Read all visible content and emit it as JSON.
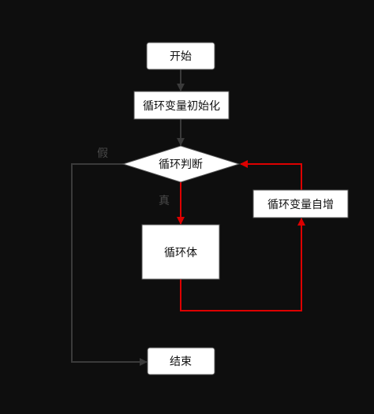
{
  "nodes": {
    "start": "开始",
    "init": "循环变量初始化",
    "condition": "循环判断",
    "body": "循环体",
    "increment": "循环变量自增",
    "end": "结束"
  },
  "labels": {
    "false": "假",
    "true": "真"
  },
  "colors": {
    "background": "#0e0e0e",
    "node_fill": "#ffffff",
    "node_border": "#555555",
    "arrow_gray": "#3a3a3a",
    "arrow_red": "#dd0000",
    "label_gray": "#4a4a4a"
  }
}
